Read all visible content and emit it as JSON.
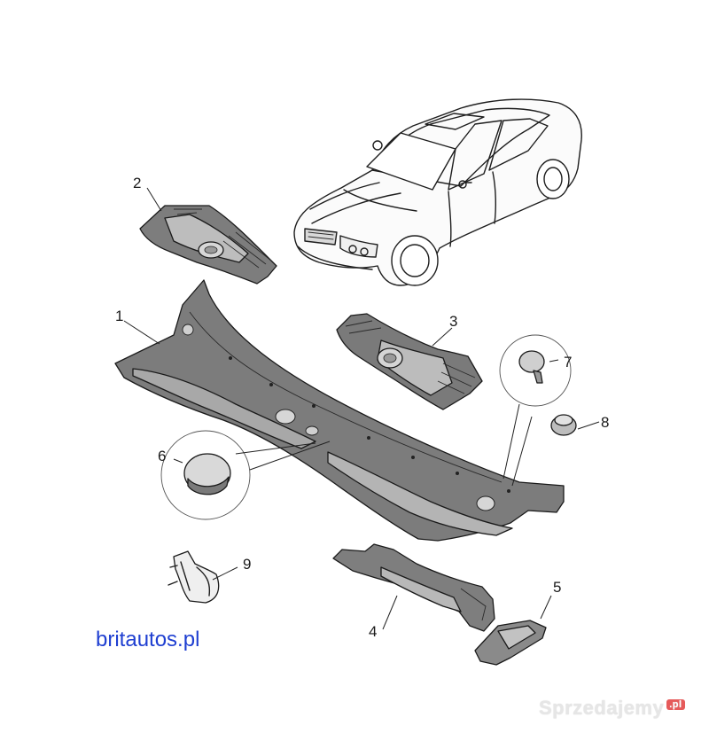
{
  "callouts": [
    "1",
    "2",
    "3",
    "4",
    "5",
    "6",
    "7",
    "8",
    "9"
  ],
  "brand_text": "britautos.pl",
  "watermark": {
    "text": "Sprzedajemy",
    "badge": ".pl"
  },
  "colors": {
    "line": "#1e1e1e",
    "part_fill": "#8a8a8a",
    "brand": "#1f3fd1"
  }
}
